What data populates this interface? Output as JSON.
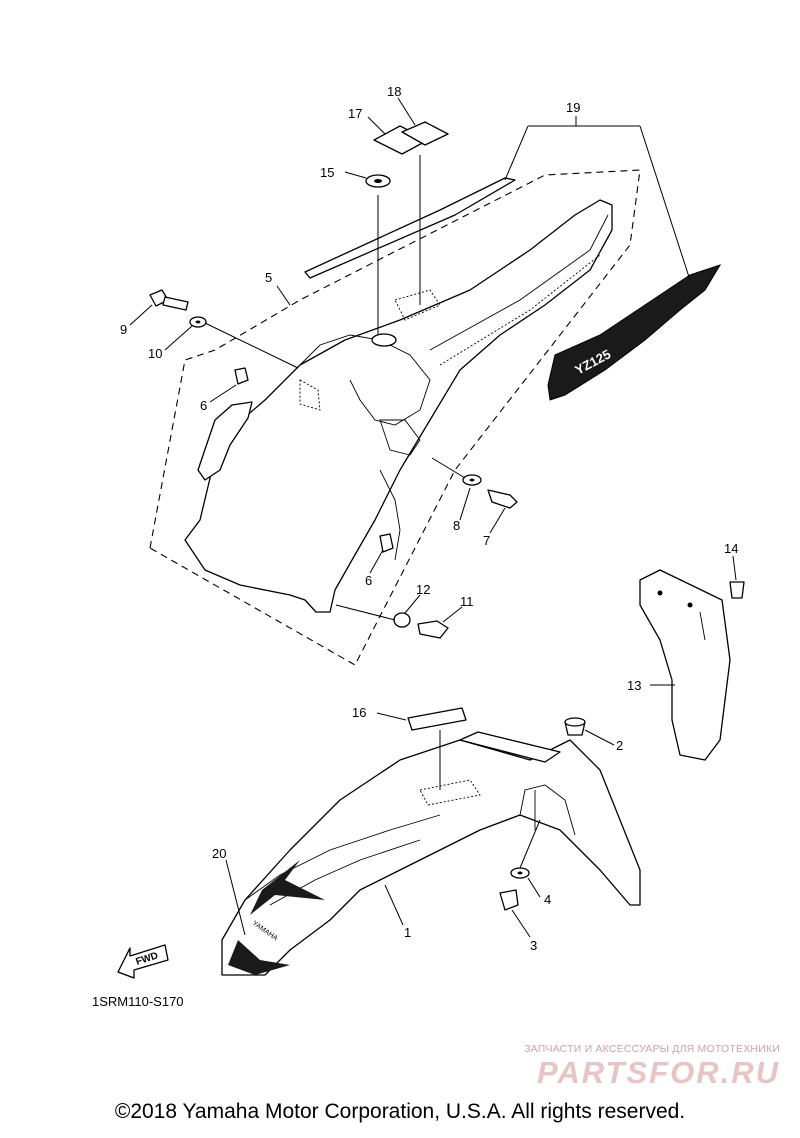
{
  "diagram": {
    "callouts": [
      {
        "id": "1",
        "label": "1"
      },
      {
        "id": "2",
        "label": "2"
      },
      {
        "id": "3",
        "label": "3"
      },
      {
        "id": "4",
        "label": "4"
      },
      {
        "id": "5",
        "label": "5"
      },
      {
        "id": "6a",
        "label": "6"
      },
      {
        "id": "6b",
        "label": "6"
      },
      {
        "id": "7",
        "label": "7"
      },
      {
        "id": "8",
        "label": "8"
      },
      {
        "id": "9",
        "label": "9"
      },
      {
        "id": "10",
        "label": "10"
      },
      {
        "id": "11",
        "label": "11"
      },
      {
        "id": "12",
        "label": "12"
      },
      {
        "id": "13",
        "label": "13"
      },
      {
        "id": "14",
        "label": "14"
      },
      {
        "id": "15",
        "label": "15"
      },
      {
        "id": "16",
        "label": "16"
      },
      {
        "id": "17",
        "label": "17"
      },
      {
        "id": "18",
        "label": "18"
      },
      {
        "id": "19",
        "label": "19"
      },
      {
        "id": "20",
        "label": "20"
      }
    ],
    "fwd_label": "FWD",
    "yamaha_logo_text": "YAMAHA",
    "decal_text": "YZ125",
    "diagram_code": "1SRM110-S170"
  },
  "watermark": {
    "tagline": "ЗАПЧАСТИ И АКСЕССУАРЫ ДЛЯ МОТОТЕХНИКИ",
    "brand": "PARTSFOR.RU"
  },
  "footer": {
    "copyright": "©2018 Yamaha Motor Corporation, U.S.A. All rights reserved."
  }
}
